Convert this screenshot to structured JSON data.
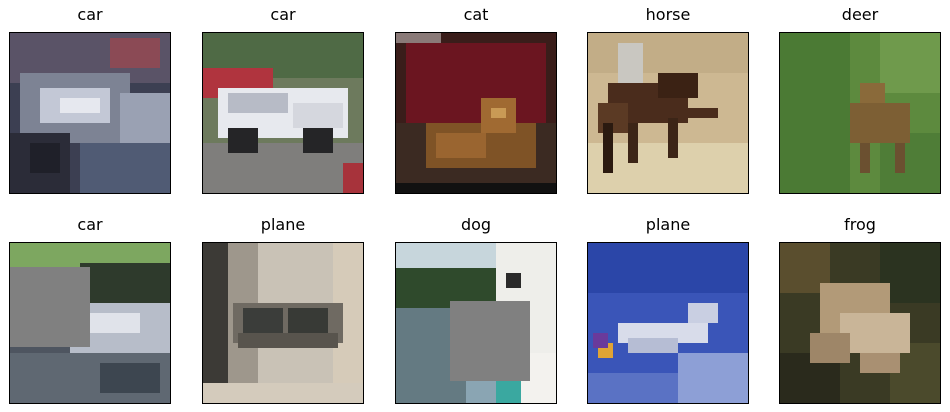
{
  "grid": {
    "items": [
      {
        "label": "car"
      },
      {
        "label": "car"
      },
      {
        "label": "cat"
      },
      {
        "label": "horse"
      },
      {
        "label": "deer"
      },
      {
        "label": "car"
      },
      {
        "label": "plane"
      },
      {
        "label": "dog"
      },
      {
        "label": "plane"
      },
      {
        "label": "frog"
      }
    ]
  }
}
